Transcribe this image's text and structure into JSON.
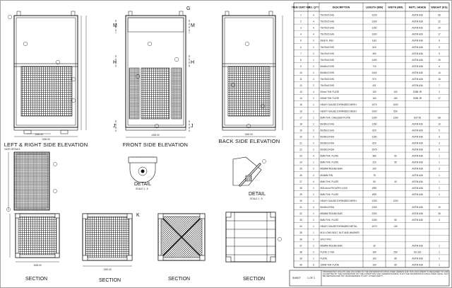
{
  "views": {
    "left_right": "LEFT & RIGHT SIDE ELEVATION",
    "front": "FRONT SIDE ELEVATION",
    "back": "BACK SIDE ELEVATION",
    "gate_detail": "GATE DETAILS",
    "detail_1": "DETAIL",
    "detail_1_scale": "SCALE 1 : 5",
    "detail_2": "DETAIL",
    "detail_2_scale": "SCALE 1 : 5",
    "section_1": "SECTION",
    "section_2": "SECTION",
    "section_3": "SECTION",
    "section_4": "SECTION"
  },
  "section_marks": {
    "m": "M",
    "h": "H",
    "j": "J",
    "g": "G",
    "k": "K"
  },
  "dims": {
    "d1": "1000.00",
    "d2": "1300.00",
    "d3": "1300.00",
    "d4": "1300.00",
    "d5": "1000.00",
    "d6": "1300.00"
  },
  "bom": {
    "headers": [
      "ITEM CERT NO",
      "NO. QTY",
      "DESCRIPTION",
      "LENGTH (MM)",
      "WIDTH (MM)",
      "MAT'L GRADE",
      "WEIGHT (KG)"
    ],
    "rows": [
      [
        "1",
        "4",
        "75x75x5 SHS",
        "2225",
        "",
        "ASTM A36",
        "56"
      ],
      [
        "2",
        "4",
        "75x75x5 SHS",
        "1300",
        "",
        "ASTM A36",
        "22"
      ],
      [
        "3",
        "4",
        "75x75x5 SHS",
        "1150",
        "",
        "ASTM A36",
        "20"
      ],
      [
        "4",
        "4",
        "75x75x5 SHS",
        "1000",
        "",
        "ASTM A36",
        "17"
      ],
      [
        "5",
        "2",
        "25x6 FL RSC",
        "1110",
        "",
        "ASTM A36",
        "5"
      ],
      [
        "6",
        "2",
        "75x75x5 SHS",
        "520",
        "",
        "ASTM A36",
        "9"
      ],
      [
        "7",
        "2",
        "75x75x5 SHS",
        "490",
        "",
        "ASTM A36",
        "9"
      ],
      [
        "8",
        "1",
        "75x75x5 SHS",
        "1490",
        "",
        "ASTM A36",
        "25"
      ],
      [
        "9",
        "2",
        "50x50x3 SHS",
        "710",
        "",
        "ASTM A36",
        "6"
      ],
      [
        "10",
        "2",
        "50x50x3 SHS",
        "1400",
        "",
        "ASTM A36",
        "14"
      ],
      [
        "11",
        "2",
        "75x75x5 SHS",
        "970",
        "",
        "ASTM A36",
        "16"
      ],
      [
        "12",
        "2",
        "75x75x5 SHS",
        "431",
        "",
        "ASTM A36",
        "7"
      ],
      [
        "13",
        "4",
        "20mm THK PLATE",
        "130",
        "100",
        "S355 JR",
        "2"
      ],
      [
        "14",
        "2",
        "20MM THK PLATE",
        "160",
        "160",
        "S355 JR",
        "17"
      ],
      [
        "15",
        "1",
        "HEAVY GAUGE EXPANDED MESH",
        "1070",
        "1000",
        "",
        ""
      ],
      [
        "16",
        "1",
        "HEAVY GAUGE EXPANDED MESH",
        "1000",
        "530",
        "",
        ""
      ],
      [
        "17",
        "1",
        "6MM THK. CHEQUER PLATE",
        "1290",
        "1290",
        "A37-50",
        "68"
      ],
      [
        "18",
        "2",
        "50x50x3 SHS",
        "1150",
        "",
        "ASTM A36",
        "10"
      ],
      [
        "19",
        "2",
        "50x50x3 SHS",
        "620",
        "",
        "ASTM A36",
        "5"
      ],
      [
        "20",
        "2",
        "50x50x3 RSA",
        "1150",
        "",
        "ASTM A36",
        "6"
      ],
      [
        "21",
        "2",
        "50x50x3 RSA",
        "620",
        "",
        "ASTM A36",
        "3"
      ],
      [
        "22",
        "2",
        "50x50x3 RSA",
        "1575",
        "",
        "ASTM A36",
        "9"
      ],
      [
        "23",
        "4",
        "6MM THK. PLATE",
        "380",
        "50",
        "ASTM A36",
        "1"
      ],
      [
        "24",
        "1",
        "6MM THK. PLATE",
        "220",
        "55",
        "ASTM A36",
        "1"
      ],
      [
        "25",
        "2",
        "Ø50MM ROUND BAR",
        "200",
        "",
        "ASTM A36",
        "3"
      ],
      [
        "26",
        "2",
        "Ø16MM PIN",
        "75",
        "",
        "ASTM A36",
        "1"
      ],
      [
        "27",
        "4",
        "6MM THK. PLATE",
        "50",
        "40",
        "ASTM A36",
        "1"
      ],
      [
        "28",
        "2",
        "Ø25.4mm PIN WITH LOCK",
        "Ø25",
        "",
        "ASTM A36",
        "1"
      ],
      [
        "29",
        "2",
        "6MM THK. PLATE",
        "Ø25",
        "",
        "ASTM A36",
        "1"
      ],
      [
        "30",
        "1",
        "HEAVY GAUGE EXPANDED MESH",
        "1200",
        "1200",
        "",
        ""
      ],
      [
        "31",
        "4",
        "50x50x3 RSA",
        "1300",
        "",
        "ASTM A36",
        "10"
      ],
      [
        "32",
        "1",
        "Ø50MM ROUND BAR",
        "2300",
        "",
        "ASTM A36",
        "35"
      ],
      [
        "33",
        "2",
        "6MM THK. PLATE",
        "1250",
        "50",
        "ASTM A36",
        "3"
      ],
      [
        "34",
        "1",
        "HEAVY GAUGE EXPANDED METAL",
        "1070",
        "130",
        "",
        ""
      ],
      [
        "35",
        "1",
        "M10 LONG BOLT, NUT AND WASHER",
        "",
        "",
        "",
        ""
      ],
      [
        "36",
        "2",
        "SPLIT PIN",
        "",
        "",
        "",
        ""
      ],
      [
        "37",
        "2",
        "Ø50MM ROUND BAR",
        "30",
        "",
        "ASTM A36",
        "1"
      ],
      [
        "38",
        "2",
        "PLATE 2 THK.",
        "180",
        "250",
        "SS 316",
        "1"
      ],
      [
        "39",
        "1",
        "PLATE",
        "100",
        "65",
        "ASTM A36",
        "1"
      ],
      [
        "40",
        "6",
        "10MM THK PLATE",
        "100",
        "60",
        "ASTM A36",
        "1"
      ]
    ]
  },
  "sheet": {
    "label": "SHEET",
    "value": "1 OF 2",
    "note": "PROPRIETARY RIGHTS ARE INCLUDED IN THE INFORMATION DISCLOSED HEREIN AND THIS DOCUMENT IS RELEASED TO AND ACCEPTED BY THE POSSESSOR ON THE CONDITION AND UNDERSTANDING THAT THE INFORMATION DISCLOSED SHALL NOT BE REPRODUCED OR TRANSFERRED TO ANY OTHER PARTY."
  }
}
